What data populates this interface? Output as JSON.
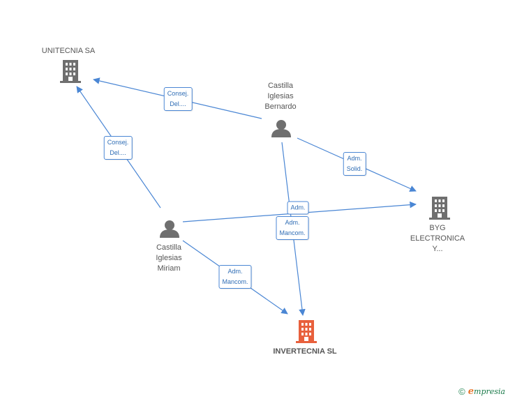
{
  "nodes": {
    "unitecnia": {
      "label_lines": [
        "UNITECNIA SA"
      ]
    },
    "bernardo": {
      "label_lines": [
        "Castilla",
        "Iglesias",
        "Bernardo"
      ]
    },
    "miriam": {
      "label_lines": [
        "Castilla",
        "Iglesias",
        "Miriam"
      ]
    },
    "byg": {
      "label_lines": [
        "BYG",
        "ELECTRONICA",
        "Y..."
      ]
    },
    "invertecnia": {
      "label_lines": [
        "INVERTECNIA SL"
      ]
    }
  },
  "edges": {
    "bernardo_unitecnia": {
      "lines": [
        "Consej.",
        "Del...."
      ]
    },
    "miriam_unitecnia": {
      "lines": [
        "Consej.",
        "Del...."
      ]
    },
    "bernardo_byg": {
      "lines": [
        "Adm.",
        "Solid."
      ]
    },
    "miriam_byg": {
      "lines": [
        "Adm."
      ]
    },
    "bernardo_invertecnia": {
      "lines": [
        "Adm.",
        "Mancom."
      ]
    },
    "miriam_invertecnia": {
      "lines": [
        "Adm.",
        "Mancom."
      ]
    }
  },
  "colors": {
    "edge": "#4a86d4",
    "company": "#6f6f6f",
    "focus_company": "#e8603c",
    "person": "#6f6f6f"
  },
  "footer": {
    "copyright": "©",
    "brand_initial": "e",
    "brand_rest": "mpresia"
  }
}
